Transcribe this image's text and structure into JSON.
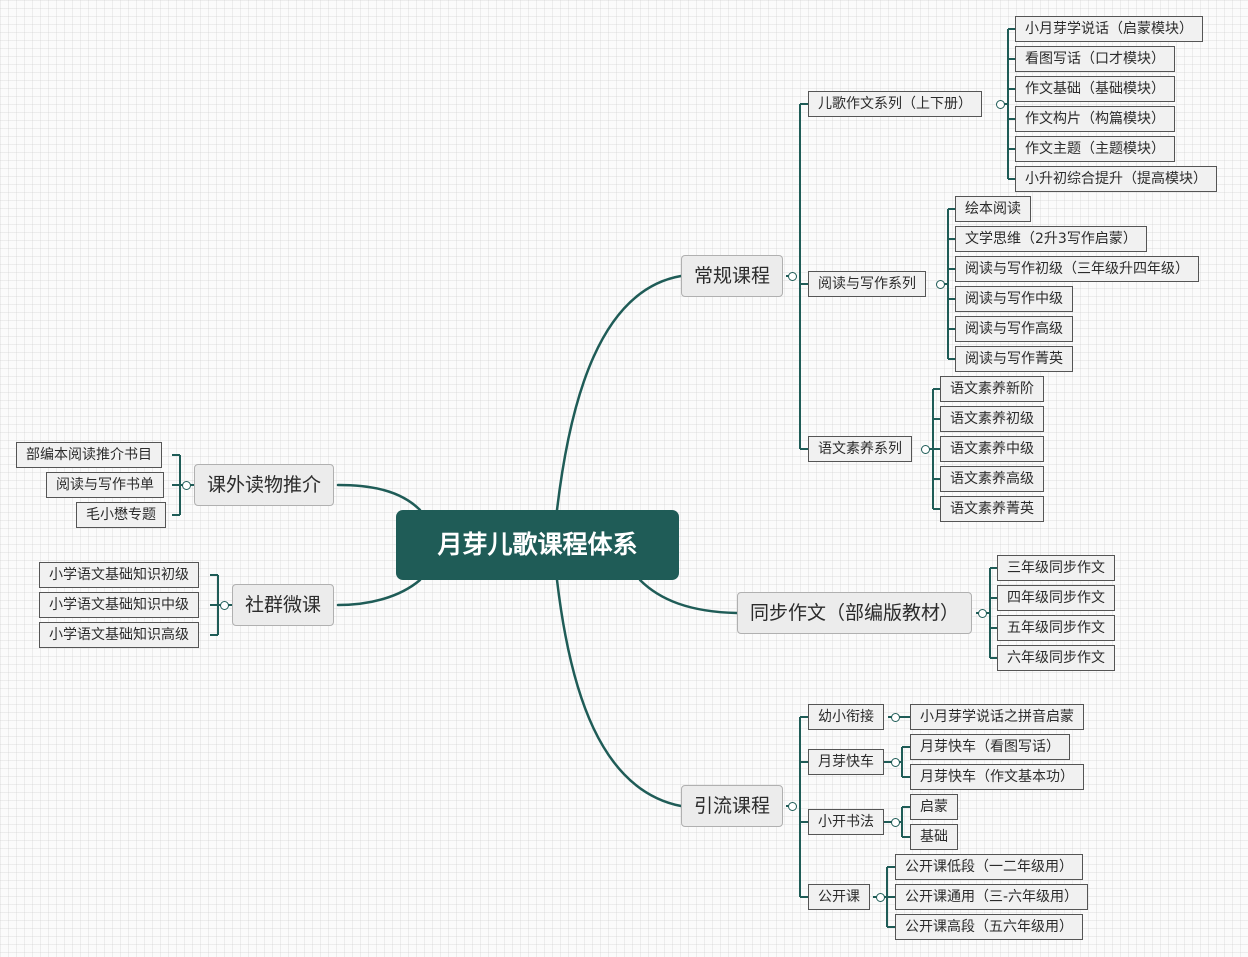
{
  "central": "月芽儿歌课程体系",
  "regular": {
    "label": "常规课程",
    "nursery": {
      "label": "儿歌作文系列（上下册）",
      "items": [
        "小月芽学说话（启蒙模块）",
        "看图写话（口才模块）",
        "作文基础（基础模块）",
        "作文构片（构篇模块）",
        "作文主题（主题模块）",
        "小升初综合提升（提高模块）"
      ]
    },
    "reading": {
      "label": "阅读与写作系列",
      "items": [
        "绘本阅读",
        "文学思维（2升3写作启蒙）",
        "阅读与写作初级（三年级升四年级）",
        "阅读与写作中级",
        "阅读与写作高级",
        "阅读与写作菁英"
      ]
    },
    "literacy": {
      "label": "语文素养系列",
      "items": [
        "语文素养新阶",
        "语文素养初级",
        "语文素养中级",
        "语文素养高级",
        "语文素养菁英"
      ]
    }
  },
  "sync": {
    "label": "同步作文（部编版教材）",
    "items": [
      "三年级同步作文",
      "四年级同步作文",
      "五年级同步作文",
      "六年级同步作文"
    ]
  },
  "lead": {
    "label": "引流课程",
    "groups": [
      {
        "label": "幼小衔接",
        "items": [
          "小月芽学说话之拼音启蒙"
        ]
      },
      {
        "label": "月芽快车",
        "items": [
          "月芽快车（看图写话）",
          "月芽快车（作文基本功）"
        ]
      },
      {
        "label": "小开书法",
        "items": [
          "启蒙",
          "基础"
        ]
      },
      {
        "label": "公开课",
        "items": [
          "公开课低段（一二年级用）",
          "公开课通用（三-六年级用）",
          "公开课高段（五六年级用）"
        ]
      }
    ]
  },
  "extra": {
    "label": "课外读物推介",
    "items": [
      "部编本阅读推介书目",
      "阅读与写作书单",
      "毛小懋专题"
    ]
  },
  "community": {
    "label": "社群微课",
    "items": [
      "小学语文基础知识初级",
      "小学语文基础知识中级",
      "小学语文基础知识高级"
    ]
  },
  "colors": {
    "accent": "#1f5c57",
    "node_bg": "#ececec",
    "border": "#555555"
  }
}
